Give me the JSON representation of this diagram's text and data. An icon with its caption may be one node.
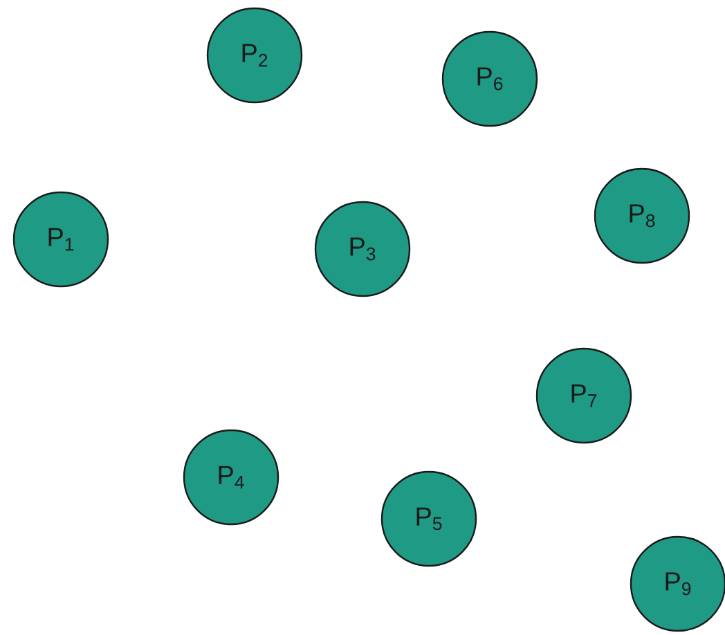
{
  "diagram": {
    "nodes": [
      {
        "text": [
          "P$_{2}$"
        ]
      },
      {
        "text": [
          "P$_{6}$"
        ]
      },
      {
        "text": [
          "P$_{8}$"
        ]
      },
      {
        "text": [
          "P$_{1}$"
        ]
      },
      {
        "text": [
          "P$_{3}$"
        ]
      },
      {
        "text": [
          "P$_{7}$"
        ]
      },
      {
        "text": [
          "P$_{4}$"
        ]
      },
      {
        "text": [
          "P$_{5}$"
        ]
      },
      {
        "text": [
          "P$_{9}$"
        ]
      }
    ]
  }
}
